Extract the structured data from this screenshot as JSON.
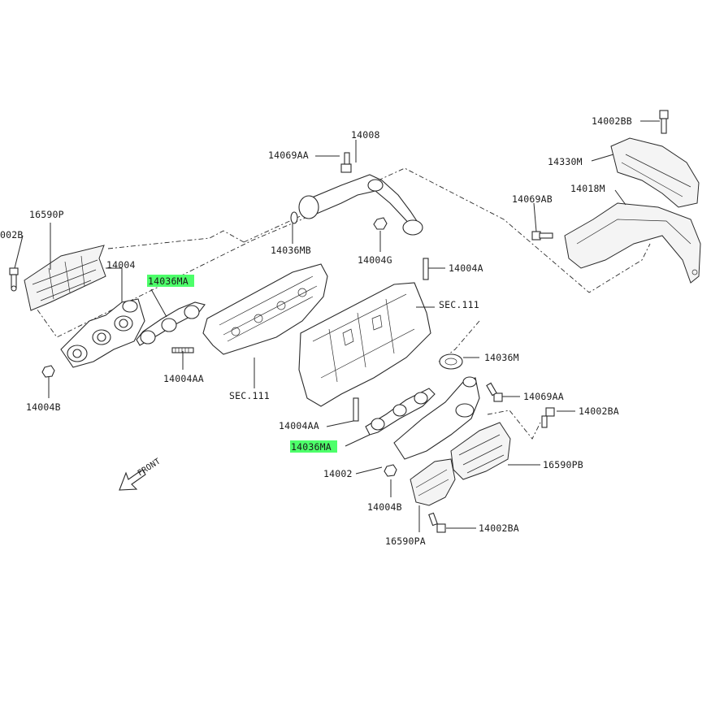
{
  "labels": {
    "p14008": "14008",
    "p14069AA_top": "14069AA",
    "p14036MB": "14036MB",
    "p14004G": "14004G",
    "p14004A": "14004A",
    "p14002BB": "14002BB",
    "p14330M": "14330M",
    "p14018M": "14018M",
    "p14069AB": "14069AB",
    "p16590P": "16590P",
    "p14002B_left": "002B",
    "p14004_left": "14004",
    "p14036MA_left": "14036MA",
    "p14004AA_left": "14004AA",
    "p14004B_left": "14004B",
    "pSEC111_left": "SEC.111",
    "pSEC111_right": "SEC.111",
    "p14036M": "14036M",
    "p14069AA_right": "14069AA",
    "p14002BA_upper": "14002BA",
    "p14004AA_right": "14004AA",
    "p14036MA_right": "14036MA",
    "p14002": "14002",
    "p16590PB": "16590PB",
    "p14004B_right": "14004B",
    "p16590PA": "16590PA",
    "p14002BA_lower": "14002BA",
    "front": "FRONT"
  },
  "highlight_color": "#4dff6a",
  "line_color": "#2a2a2a"
}
